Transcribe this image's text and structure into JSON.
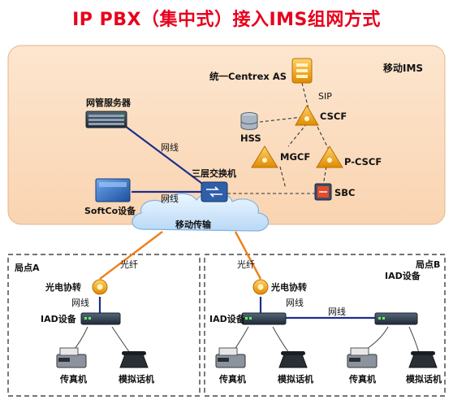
{
  "title": "IP PBX（集中式）接入IMS组网方式",
  "ims": {
    "region_label": "移动IMS",
    "centrex_label": "统一Centrex AS",
    "sip_label": "SIP",
    "cscf_label": "CSCF",
    "hss_label": "HSS",
    "mgcf_label": "MGCF",
    "pcscf_label": "P-CSCF",
    "sbc_label": "SBC",
    "nms_label": "网管服务器",
    "softco_label": "SoftCo设备",
    "switch_label": "三层交换机",
    "wire1_label": "网线",
    "wire2_label": "网线"
  },
  "transport": {
    "cloud_label": "移动传输"
  },
  "site_a": {
    "label": "局点A",
    "fiber_label": "光纤",
    "converter_label": "光电协转",
    "wire_label": "网线",
    "iad_label": "IAD设备",
    "fax_label": "传真机",
    "phone_label": "模拟话机"
  },
  "site_b": {
    "label": "局点B",
    "fiber_label": "光纤",
    "converter_label": "光电协转",
    "wire_label": "网线",
    "wire2_label": "网线",
    "iad_label": "IAD设备",
    "iad2_label": "IAD设备",
    "fax_label": "传真机",
    "phone_label": "模拟话机",
    "fax2_label": "传真机",
    "phone2_label": "模拟话机"
  },
  "colors": {
    "title": "#e8001c",
    "ims_bg": "#fbdcc0",
    "fiber": "#f07f1a",
    "wire_blue": "#1c2e8c",
    "dashed": "#333333",
    "node_gold": "#f2a91c",
    "cloud": "#cfe6fb"
  },
  "icons": [
    "server-icon",
    "softco-device-icon",
    "switch-icon",
    "centrex-icon",
    "cscf-icon",
    "hss-icon",
    "mgcf-icon",
    "pcscf-icon",
    "sbc-icon",
    "cloud-icon",
    "converter-icon",
    "iad-icon",
    "fax-icon",
    "phone-icon"
  ]
}
